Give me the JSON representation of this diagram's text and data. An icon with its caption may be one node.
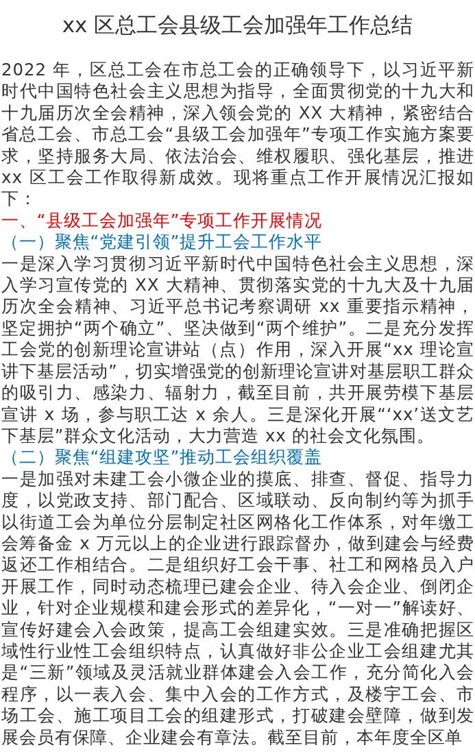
{
  "diagram": {
    "title": "xx 区总工会县级工会加强年工作总结",
    "labels": [
      "2022 年，区总工会在市总工会的正确领导下，以习近平新时代中国特色社会主义思想为指导，全面贯彻党的十九大和十九届历次全会精神，深入领会党的 XX 大精神，紧密结合省总工会、市总工会“县级工会加强年”专项工作实施方案要求，坚持服务大局、依法治会、维权履职、强化基层，推进 xx 区工会工作取得新成效。现将重点工作开展情况汇报如下：",
      "一、“县级工会加强年”专项工作开展情况",
      "（一）聚焦“党建引领”提升工会工作水平",
      "一是深入学习贯彻习近平新时代中国特色社会主义思想，深入学习宣传党的 XX 大精神、贯彻落实党的十九大及十九届历次全会精神、习近平总书记考察调研 xx 重要指示精神，坚定拥护“两个确立”、坚决做到“两个维护”。二是充分发挥工会党的创新理论宣讲站（点）作用，深入开展“xx 理论宣讲下基层活动”，切实增强党的创新理论宣讲对基层职工群众的吸引力、感染力、辐射力，截至目前，共开展劳模下基层宣讲 x 场，参与职工达 x 余人。三是深化开展“‘xx’送文艺下基层”群众文化活动，大力营造 xx 的社会文化氛围。",
      "（二）聚焦“组建攻坚”推动工会组织覆盖",
      "一是加强对未建工会小微企业的摸底、排查、督促、指导力度，以党政支持、部门配合、区域联动、反向制约等为抓手以街道工会为单位分层制定社区网格化工作体系，对年缴工会筹备金 x 万元以上的企业进行跟踪督办，做到建会与经费返还工作相结合。二是组织好工会干事、社工和网格员入户开展工作，同时动态梳理已建会企业、待入会企业、倒闭企业，针对企业规模和建会形式的差异化，“一对一”解读好、宣传好建会入会政策，提高工会组建实效。三是准确把握区域性行业性工会组织特点，认真做好非公企业工会组建尤其是“三新”领域及灵活就业群体建会入会工作，充分简化入会程序，以一表入会、集中入会的工作方式，及楼宇工会、市场工会、施工项目工会的组建形式，打破建会壁障，做到发展会员有保障、企业建会有章法。截至目前，本年度全区单"
    ]
  }
}
